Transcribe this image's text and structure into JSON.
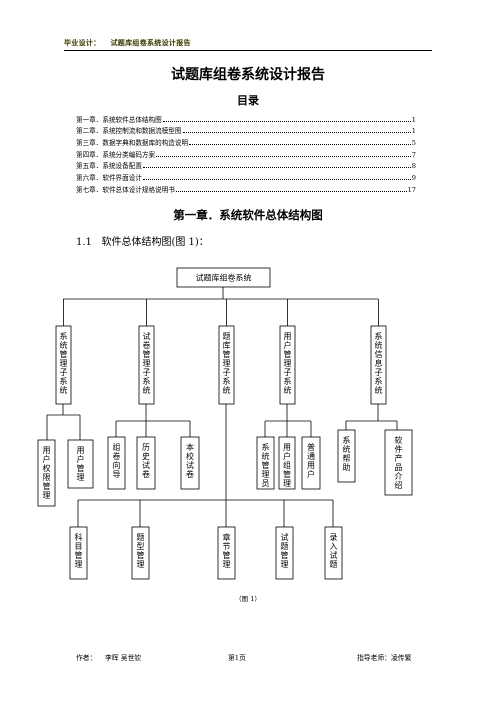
{
  "header": {
    "label": "毕业设计：",
    "title": "试题库组卷系统设计报告"
  },
  "doc_title": "试题库组卷系统设计报告",
  "toc": {
    "heading": "目录",
    "items": [
      {
        "text": "第一章．系统软件总体结构图",
        "page": "1"
      },
      {
        "text": "第二章．系统控制流和数据流模型图",
        "page": "1"
      },
      {
        "text": "第三章．数据字典和数据库的构造说明",
        "page": "5"
      },
      {
        "text": "第四章．系统分类编码方案",
        "page": "7"
      },
      {
        "text": "第五章．系统设备配置",
        "page": "8"
      },
      {
        "text": "第六章．软件界面设计",
        "page": "9"
      },
      {
        "text": "第七章．软件总体设计规格说明书",
        "page": "17"
      }
    ]
  },
  "chapter_heading": "第一章．系统软件总体结构图",
  "section": {
    "number": "1.1",
    "text": "软件总体结构图(图 1)："
  },
  "diagram": {
    "root": "试题库组卷系统",
    "level1": [
      "系统管理子系统",
      "试卷管理子系统",
      "题库管理子系统",
      "用户管理子系统",
      "系统信息子系统"
    ],
    "level2": [
      "用户权限管理",
      "用户管理",
      "组卷向导",
      "历史试卷",
      "本校试卷",
      "系统管理员",
      "用户组管理",
      "普通用户",
      "系统帮助",
      "软件产品介绍"
    ],
    "level3": [
      "科目管理",
      "题型管理",
      "章节管理",
      "试题管理",
      "录入试题"
    ]
  },
  "caption": "（图 1）",
  "footer": {
    "author_label": "作者：",
    "authors": "李晖    吴世钦",
    "page": "第1页",
    "advisor_label": "指导老师：",
    "advisor": "凌传繁"
  }
}
